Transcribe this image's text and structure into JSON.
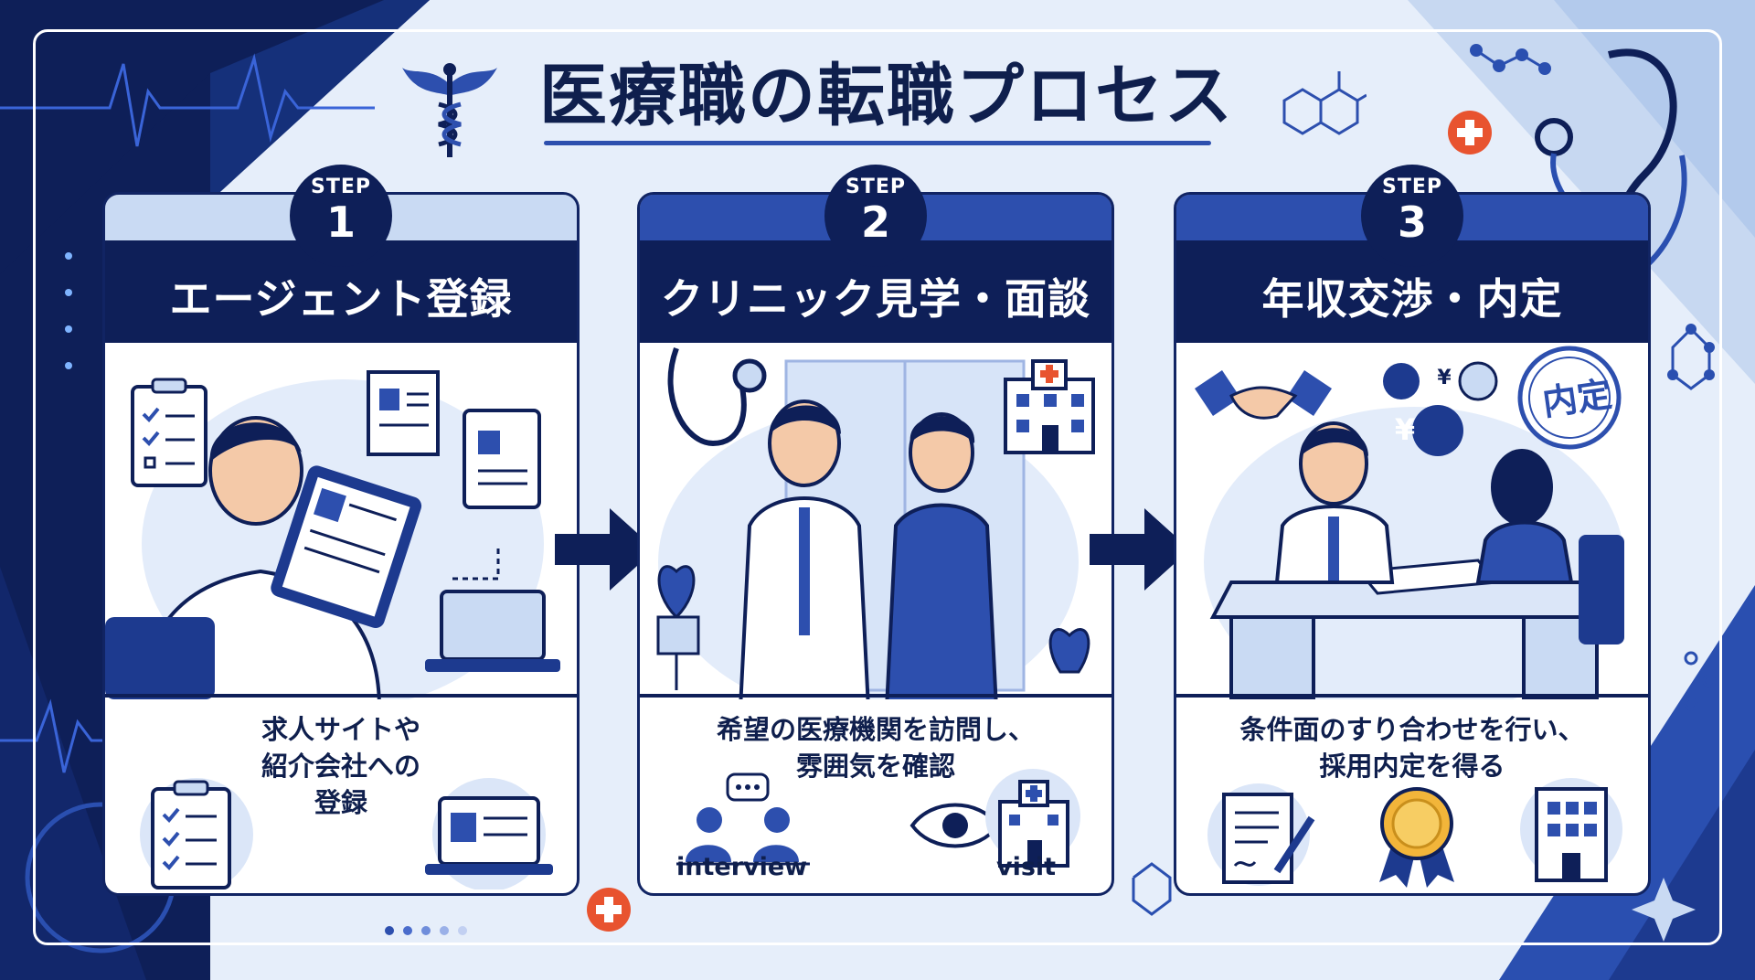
{
  "title": "医療職の転職プロセス",
  "colors": {
    "navy": "#0e1f58",
    "blue": "#2d4fae",
    "light_blue": "#c9daf3",
    "accent_red": "#e8532f"
  },
  "steps": [
    {
      "step_label": "STEP",
      "number": "1",
      "title": "エージェント登録",
      "description_lines": [
        "求人サイトや",
        "紹介会社への",
        "登録"
      ],
      "icons": [
        "clipboard-checklist-icon",
        "laptop-profile-icon"
      ]
    },
    {
      "step_label": "STEP",
      "number": "2",
      "title": "クリニック見学・面談",
      "description_lines": [
        "希望の医療機関を訪問し、",
        "雰囲気を確認"
      ],
      "captions": {
        "interview": "interview",
        "visit": "visit"
      },
      "icons": [
        "interview-icon",
        "eye-icon",
        "hospital-icon"
      ]
    },
    {
      "step_label": "STEP",
      "number": "3",
      "title": "年収交渉・内定",
      "description_lines": [
        "条件面のすり合わせを行い、",
        "採用内定を得る"
      ],
      "stamp": "内定",
      "currency": "¥",
      "icons": [
        "contract-icon",
        "medal-icon",
        "office-building-icon"
      ]
    }
  ]
}
